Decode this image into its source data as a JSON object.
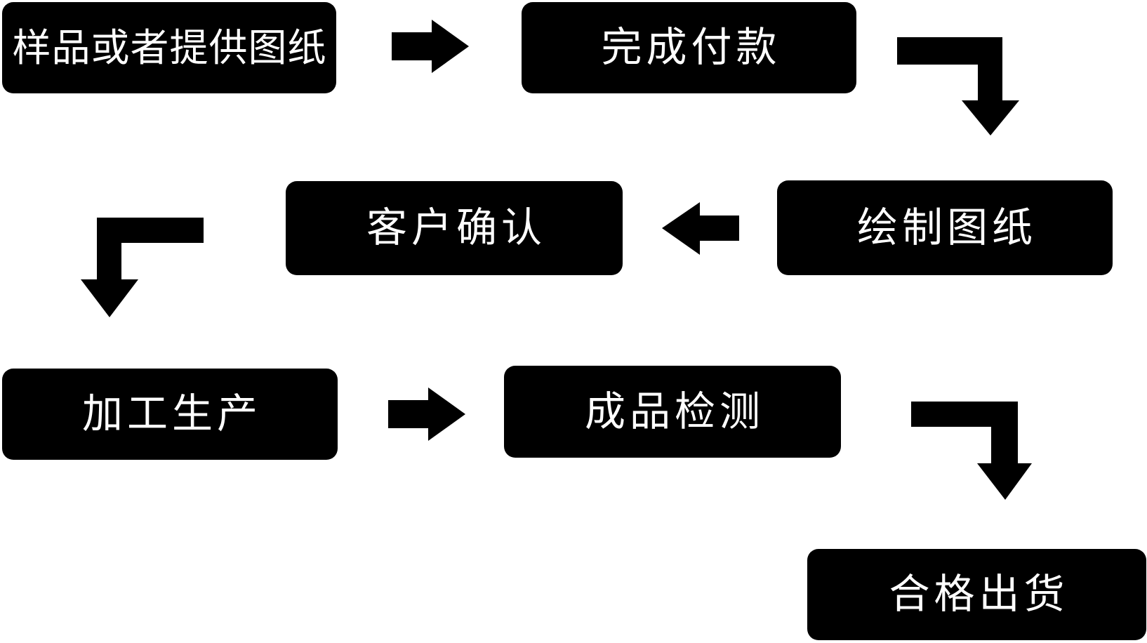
{
  "flow": {
    "colors": {
      "box_background": "#000000",
      "box_text": "#ffffff",
      "arrow": "#000000",
      "page_background": "#ffffff"
    },
    "steps": [
      {
        "id": 1,
        "label": "样品或者提供图纸"
      },
      {
        "id": 2,
        "label": "完成付款"
      },
      {
        "id": 3,
        "label": "绘制图纸"
      },
      {
        "id": 4,
        "label": "客户确认"
      },
      {
        "id": 5,
        "label": "加工生产"
      },
      {
        "id": 6,
        "label": "成品检测"
      },
      {
        "id": 7,
        "label": "合格出货"
      }
    ],
    "connections": [
      {
        "from": "样品或者提供图纸",
        "to": "完成付款",
        "type": "right-arrow"
      },
      {
        "from": "完成付款",
        "to": "绘制图纸",
        "type": "elbow-right-down-arrow"
      },
      {
        "from": "绘制图纸",
        "to": "客户确认",
        "type": "left-arrow"
      },
      {
        "from": "客户确认",
        "to": "加工生产",
        "type": "elbow-left-down-arrow"
      },
      {
        "from": "加工生产",
        "to": "成品检测",
        "type": "right-arrow"
      },
      {
        "from": "成品检测",
        "to": "合格出货",
        "type": "elbow-right-down-arrow"
      }
    ]
  }
}
